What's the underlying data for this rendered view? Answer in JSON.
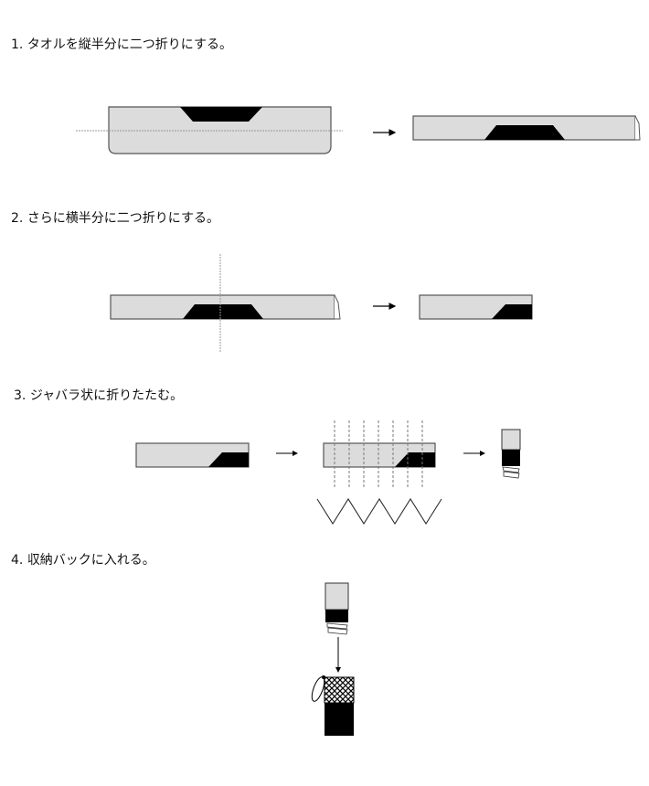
{
  "steps": [
    {
      "number": "1.",
      "text": "タオルを縦半分に二つ折りにする。"
    },
    {
      "number": "2.",
      "text": "さらに横半分に二つ折りにする。"
    },
    {
      "number": "3.",
      "text": "ジャバラ状に折りたたむ。"
    },
    {
      "number": "4.",
      "text": "収納バックに入れる。"
    }
  ],
  "colors": {
    "towel": "#dcdcdc",
    "band": "#000000",
    "outline": "#555555"
  }
}
